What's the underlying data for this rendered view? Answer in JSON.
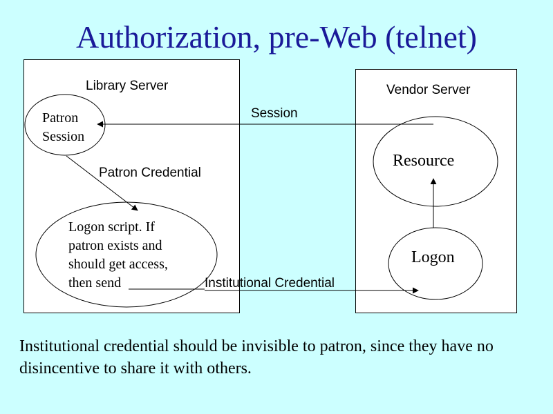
{
  "title": "Authorization, pre-Web (telnet)",
  "library_server": {
    "label": "Library Server"
  },
  "vendor_server": {
    "label": "Vendor Server"
  },
  "patron_session": {
    "line1": "Patron",
    "line2": "Session"
  },
  "session_label": "Session",
  "patron_credential_label": "Patron Credential",
  "logon_script": {
    "line1": "Logon script. If",
    "line2": "patron exists and",
    "line3": "should get access,",
    "line4": "then send"
  },
  "institutional_credential_label": "Institutional Credential",
  "resource_label": "Resource",
  "logon_label": "Logon",
  "caption": "Institutional credential should be invisible to patron, since they have no disincentive to share it with others.",
  "colors": {
    "background": "#ccffff",
    "title": "#1a1a99"
  }
}
